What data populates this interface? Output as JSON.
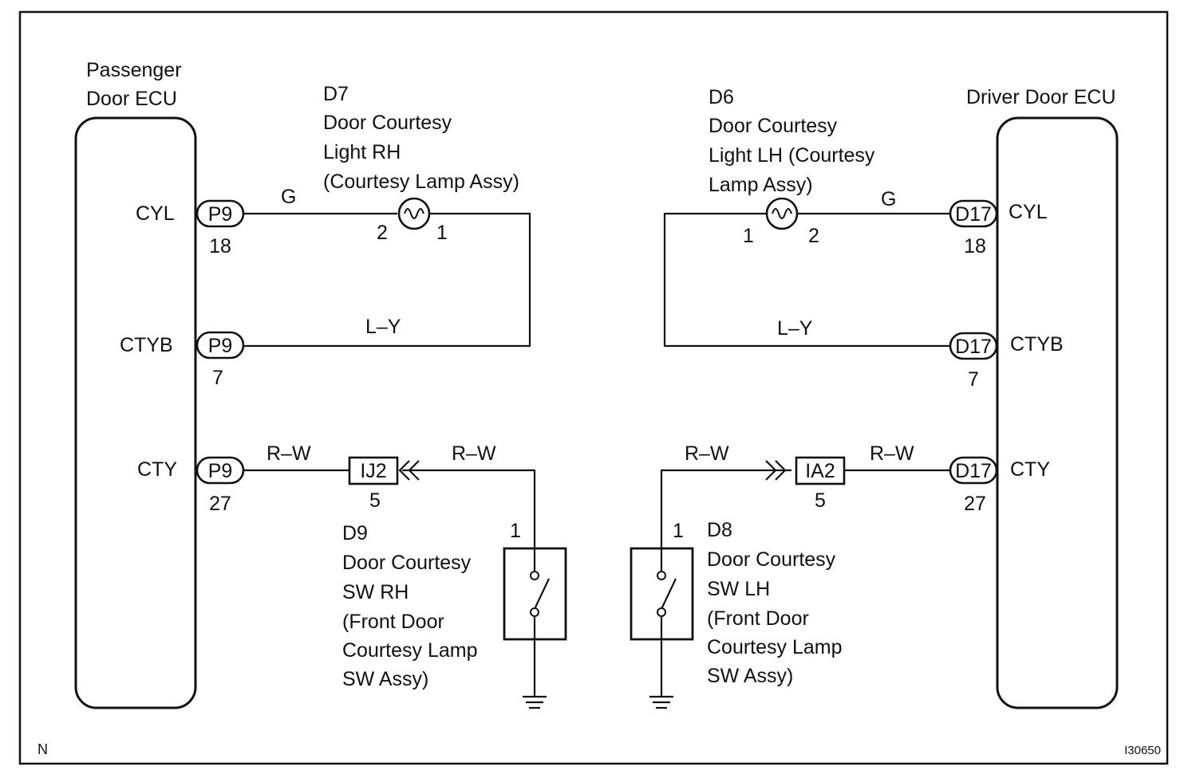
{
  "corner_mark": "N",
  "figure_id": "I30650",
  "passenger_ecu": {
    "title_line1": "Passenger",
    "title_line2": "Door ECU",
    "pins": {
      "cyl": "CYL",
      "ctyb": "CTYB",
      "cty": "CTY"
    },
    "connector": "P9",
    "pin_numbers": {
      "cyl": "18",
      "ctyb": "7",
      "cty": "27"
    }
  },
  "driver_ecu": {
    "title": "Driver Door ECU",
    "pins": {
      "cyl": "CYL",
      "ctyb": "CTYB",
      "cty": "CTY"
    },
    "connector": "D17",
    "pin_numbers": {
      "cyl": "18",
      "ctyb": "7",
      "cty": "27"
    }
  },
  "lamp_rh": {
    "code": "D7",
    "line1": "Door Courtesy",
    "line2": "Light RH",
    "line3": "(Courtesy Lamp Assy)",
    "pin_left": "2",
    "pin_right": "1"
  },
  "lamp_lh": {
    "code": "D6",
    "line1": "Door Courtesy",
    "line2": "Light LH (Courtesy",
    "line3": "Lamp Assy)",
    "pin_left": "1",
    "pin_right": "2"
  },
  "wires": {
    "g_left": "G",
    "g_right": "G",
    "ly_left": "L–Y",
    "ly_right": "L–Y",
    "rw_left_ecu": "R–W",
    "rw_left_sw": "R–W",
    "rw_right_sw": "R–W",
    "rw_right_ecu": "R–W"
  },
  "junction_left": {
    "label": "IJ2",
    "pin": "5"
  },
  "junction_right": {
    "label": "IA2",
    "pin": "5"
  },
  "switch_rh": {
    "pin": "1",
    "code": "D9",
    "line1": "Door Courtesy",
    "line2": "SW RH",
    "line3": "(Front Door",
    "line4": "Courtesy Lamp",
    "line5": "SW Assy)"
  },
  "switch_lh": {
    "pin": "1",
    "code": "D8",
    "line1": "Door Courtesy",
    "line2": "SW LH",
    "line3": "(Front Door",
    "line4": "Courtesy Lamp",
    "line5": "SW Assy)"
  }
}
